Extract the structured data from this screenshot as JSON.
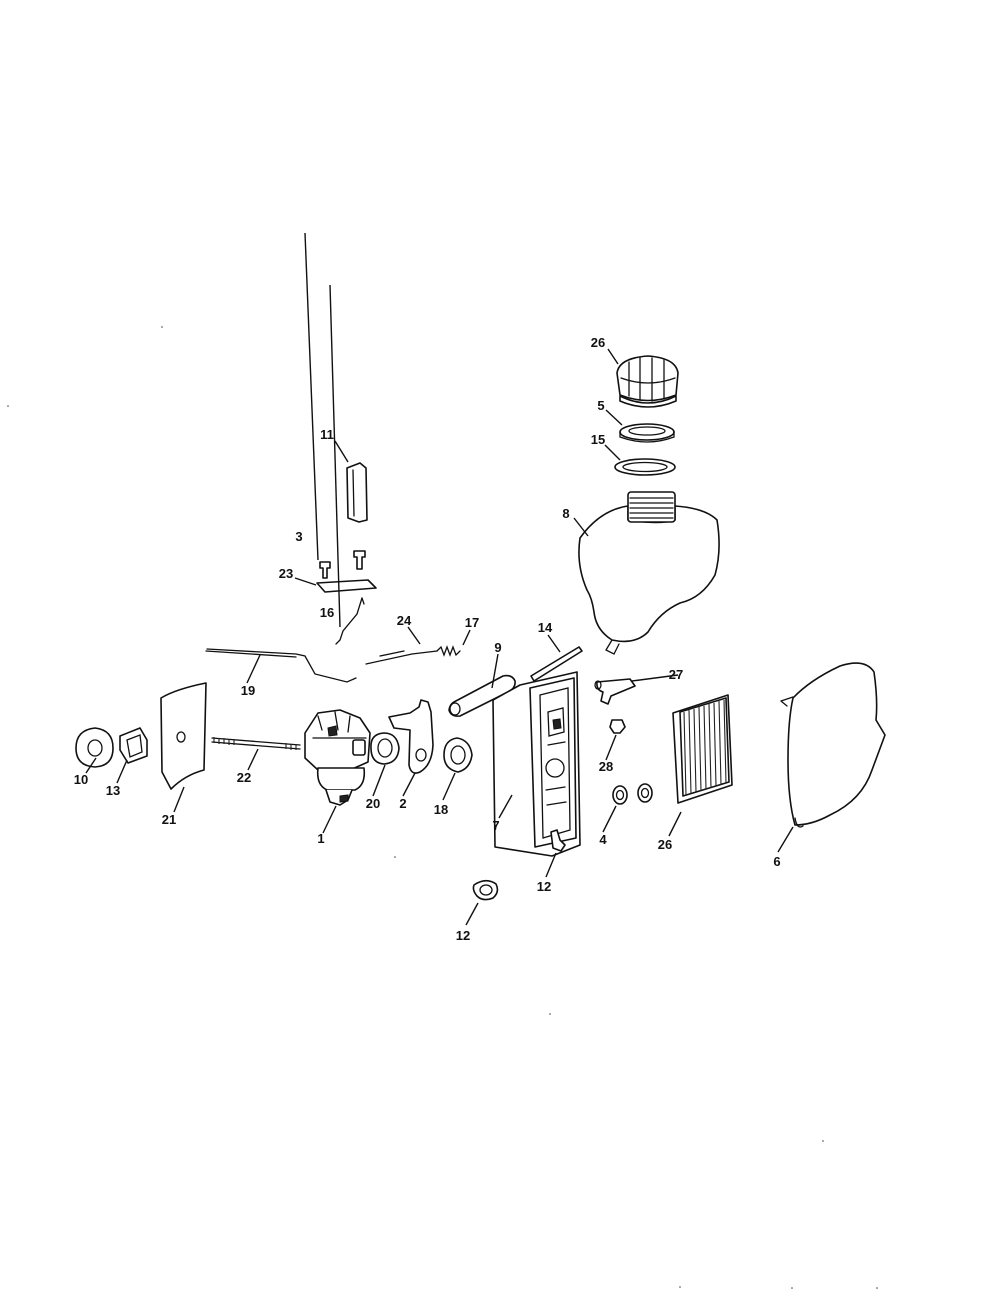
{
  "colors": {
    "line": "#111111",
    "background": "#ffffff"
  },
  "callouts": {
    "c26_top": "26",
    "c5": "5",
    "c15": "15",
    "c8": "8",
    "c11": "11",
    "c3": "3",
    "c23": "23",
    "c16": "16",
    "c24": "24",
    "c17": "17",
    "c14": "14",
    "c9": "9",
    "c27": "27",
    "c19": "19",
    "c10": "10",
    "c13": "13",
    "c21": "21",
    "c22": "22",
    "c1": "1",
    "c20": "20",
    "c2": "2",
    "c18": "18",
    "c7": "7",
    "c28": "28",
    "c4": "4",
    "c26_bottom": "26",
    "c6": "6",
    "c12_upper": "12",
    "c12_lower": "12"
  }
}
